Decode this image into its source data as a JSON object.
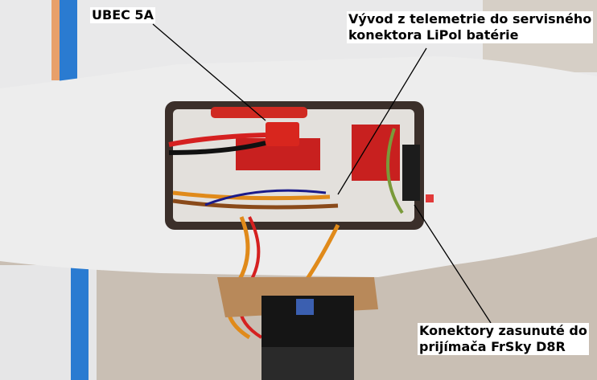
{
  "labels": {
    "ubec": "UBEC 5A",
    "telemetry": "Vývod z telemetrie do servisného\nkonektora LiPol batérie",
    "connectors": "Konektory zasunuté do\nprijímača FrSky D8R"
  },
  "colors": {
    "foam": "#eeeeee",
    "background": "#c9bfb4",
    "tape": "#2a7bd1",
    "velcro": "#c8201f",
    "wood": "#b8895a"
  }
}
